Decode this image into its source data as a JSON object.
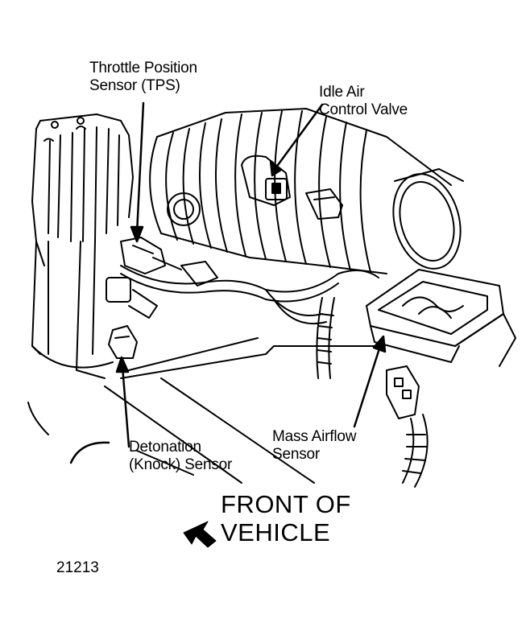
{
  "labels": {
    "tps_line1": "Throttle Position",
    "tps_line2": "Sensor (TPS)",
    "iac_line1": "Idle Air",
    "iac_line2": "Control Valve",
    "knock_line1": "Detonation",
    "knock_line2": "(Knock) Sensor",
    "maf_line1": "Mass Airflow",
    "maf_line2": "Sensor"
  },
  "orientation": {
    "line1": "FRONT OF",
    "line2": "VEHICLE",
    "arrow_icon": "arrow-left-down-icon"
  },
  "figure_number": "21213",
  "colors": {
    "ink": "#000000",
    "paper": "#ffffff"
  }
}
